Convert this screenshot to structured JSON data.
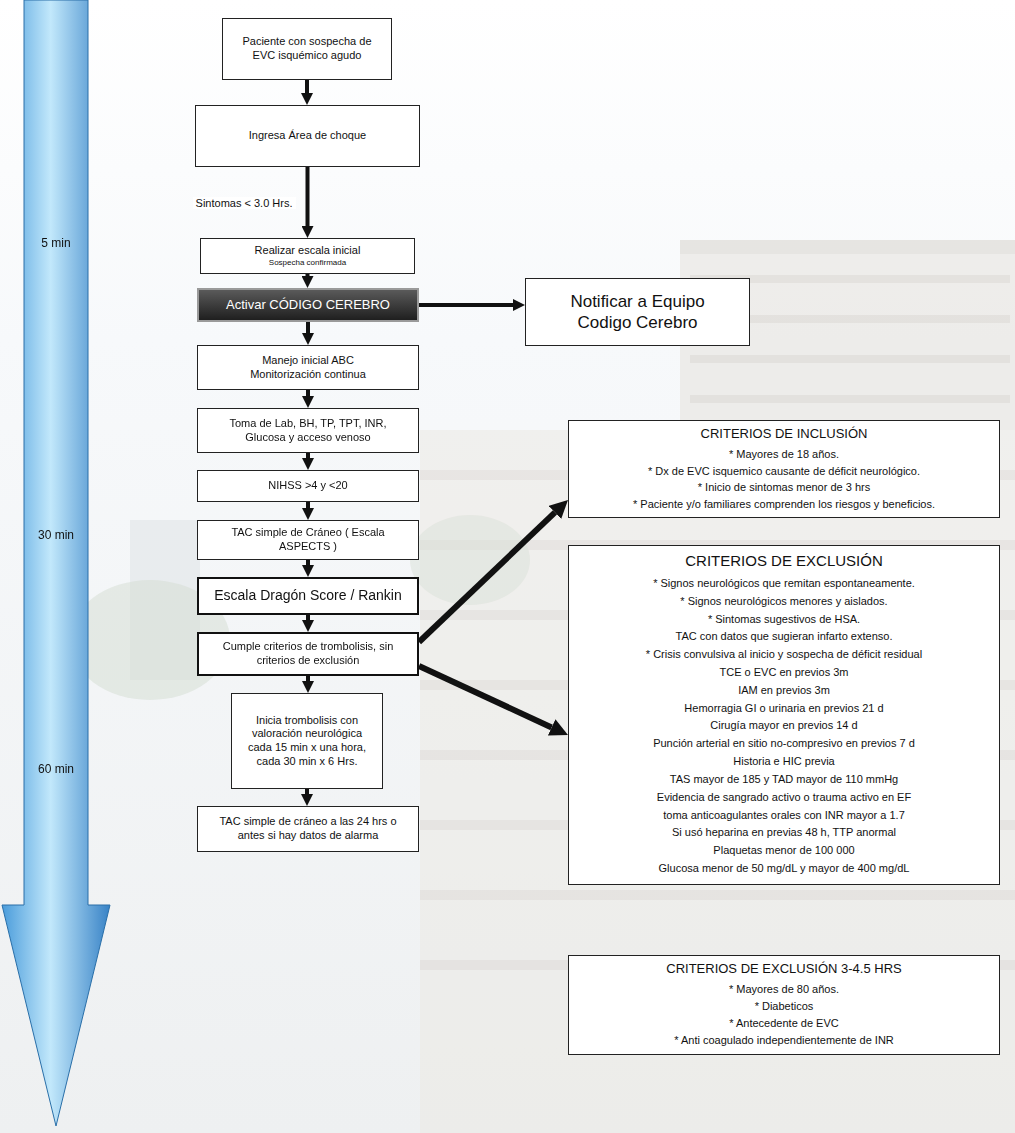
{
  "diagram": {
    "nodes": [
      {
        "text": [
          "Paciente con sospecha de EVC isquémico agudo"
        ]
      },
      {
        "text": [
          "Ingresa Área de choque"
        ]
      },
      {
        "text": [
          "Realizar escala inicial",
          "Sospecha confirmada"
        ]
      },
      {
        "text": [
          "Activar CÓDIGO CEREBRO"
        ]
      },
      {
        "text": [
          "Notificar a Equipo Codigo Cerebro"
        ]
      },
      {
        "text": [
          "Manejo inicial ABC Monitorización continua"
        ]
      },
      {
        "text": [
          "Toma de Lab, BH, TP, TPT, INR, Glucosa y acceso venoso"
        ]
      },
      {
        "text": [
          "NIHSS >4 y <20"
        ]
      },
      {
        "text": [
          "TAC simple de Cráneo ( Escala ASPECTS )"
        ]
      },
      {
        "text": [
          "Escala Dragón Score / Rankin"
        ]
      },
      {
        "text": [
          "Cumple criterios de trombolisis, sin criterios de exclusión"
        ]
      },
      {
        "text": [
          "Inicia trombolisis con valoración neurológica cada 15 min x una hora, cada 30 min x 6 Hrs."
        ]
      },
      {
        "text": [
          "TAC simple de cráneo a las 24 hrs o antes si hay datos de alarma"
        ]
      },
      {
        "text": [
          "CRITERIOS DE INCLUSIÓN",
          "* Mayores de 18 años.",
          "* Dx de EVC isquemico causante de déficit neurológico.",
          "* Inicio de sintomas menor de 3 hrs",
          "* Paciente y/o familiares comprenden los riesgos y beneficios."
        ]
      },
      {
        "text": [
          "CRITERIOS DE EXCLUSIÓN",
          "* Signos neurológicos que remitan espontaneamente.",
          "* Signos neurológicos menores y aislados.",
          "* Sintomas sugestivos de HSA.",
          "TAC con datos que sugieran infarto extenso.",
          "* Crisis convulsiva al inicio y sospecha de déficit residual",
          "TCE o EVC en previos 3m",
          "IAM en previos 3m",
          "Hemorragia GI o urinaria en previos 21 d",
          "Cirugía mayor en previos 14 d",
          "Punción arterial en sitio no-compresivo en previos 7 d",
          "Historia e HIC previa",
          "TAS mayor de 185 y TAD mayor de 110 mmHg",
          "Evidencia de sangrado activo o trauma activo en EF",
          "toma anticoagulantes orales con INR mayor a 1.7",
          "Si usó heparina en previas 48 h, TTP anormal",
          "Plaquetas menor de 100 000",
          "Glucosa menor de 50 mg/dL y mayor de 400 mg/dL"
        ]
      },
      {
        "text": [
          "CRITERIOS DE EXCLUSIÓN 3-4.5 HRS",
          "* Mayores de 80 años.",
          "* Diabeticos",
          "* Antecedente de EVC",
          "* Anti coagulado independientemente de INR"
        ]
      }
    ],
    "edges": [
      {
        "from": 0,
        "to": 1,
        "arrow": "to"
      },
      {
        "from": 1,
        "to": 2,
        "label": "Sintomas < 3.0 Hrs.",
        "arrow": "to"
      },
      {
        "from": 2,
        "to": 3,
        "arrow": "to"
      },
      {
        "from": 3,
        "to": 4,
        "arrow": "to"
      },
      {
        "from": 3,
        "to": 5,
        "arrow": "to"
      },
      {
        "from": 5,
        "to": 6,
        "arrow": "to"
      },
      {
        "from": 6,
        "to": 7,
        "arrow": "to"
      },
      {
        "from": 7,
        "to": 8,
        "arrow": "to"
      },
      {
        "from": 8,
        "to": 9,
        "arrow": "to"
      },
      {
        "from": 9,
        "to": 10,
        "arrow": "to"
      },
      {
        "from": 10,
        "to": 11,
        "arrow": "to"
      },
      {
        "from": 11,
        "to": 12,
        "arrow": "to"
      },
      {
        "from": 10,
        "to": 13,
        "arrow": "to"
      },
      {
        "from": 10,
        "to": 14,
        "arrow": "to"
      }
    ],
    "labels": [
      "5 min",
      "30 min",
      "60 min"
    ]
  }
}
